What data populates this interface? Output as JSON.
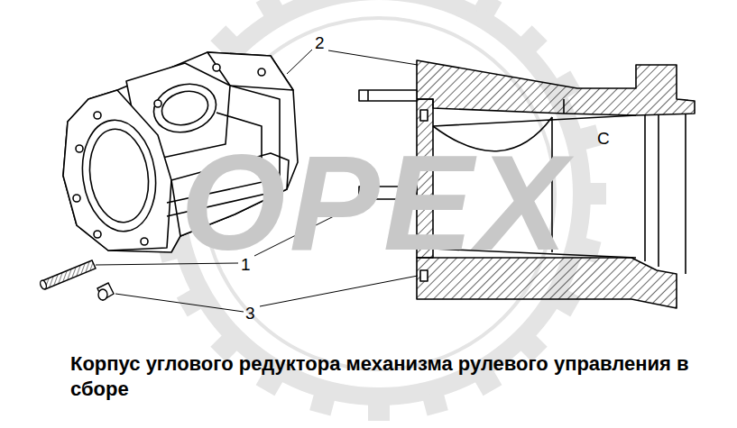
{
  "diagram": {
    "caption": "Корпус углового редуктора механизма рулевого управления в сборе",
    "labels": [
      "2",
      "1",
      "3",
      "C",
      "OPEX"
    ]
  }
}
